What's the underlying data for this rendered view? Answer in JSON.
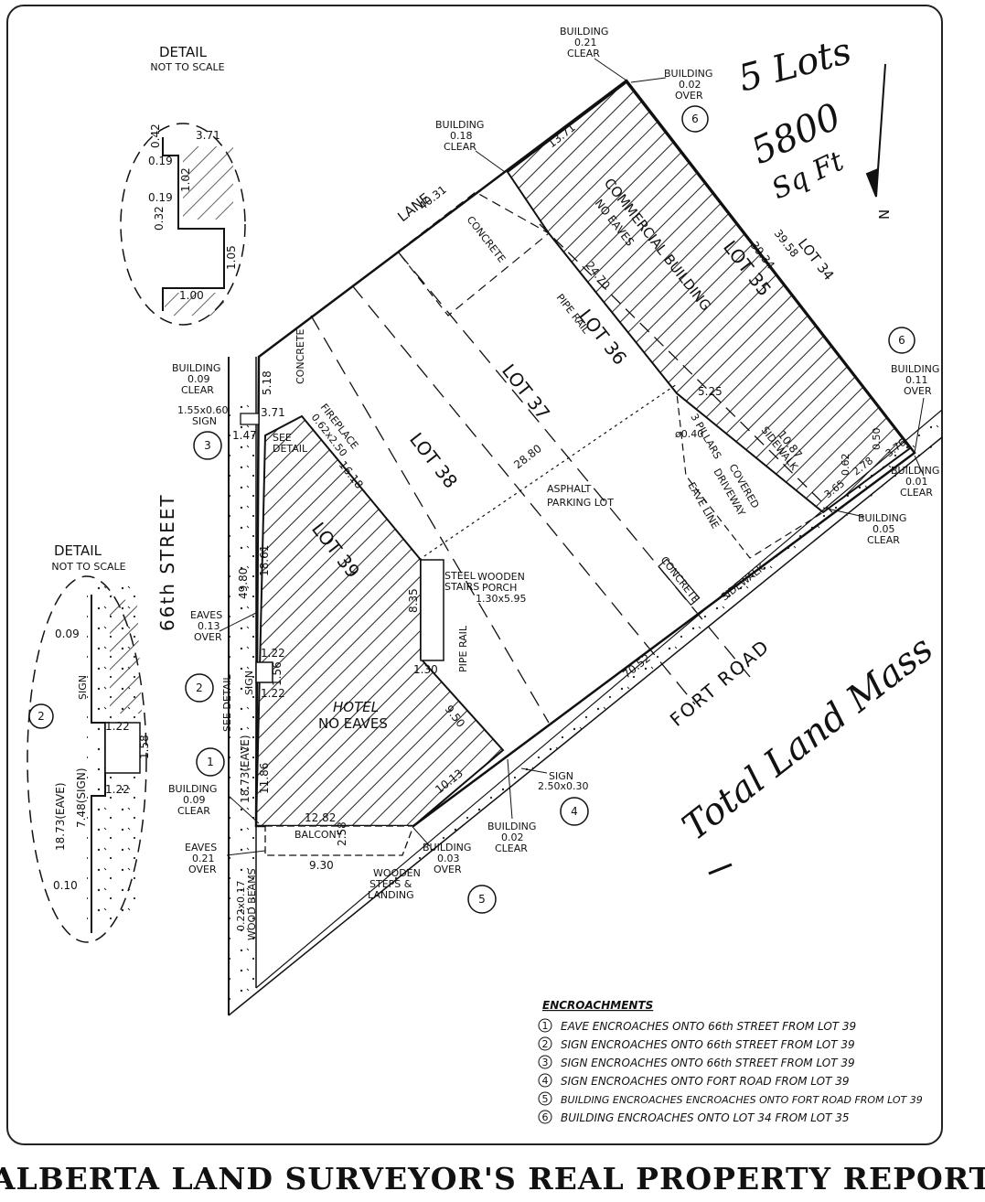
{
  "handwriting": {
    "top": "5 Lots",
    "area_value": "5800",
    "area_unit": "Sq Ft",
    "total": "Total Land Mass"
  },
  "north": "N",
  "streets": {
    "lane": "LANE",
    "street": "66th STREET",
    "road": "FORT ROAD"
  },
  "lots": {
    "l34": "LOT 34",
    "l35": "LOT 35",
    "l36": "LOT 36",
    "l37": "LOT 37",
    "l38": "LOT 38",
    "l39": "LOT 39"
  },
  "structures": {
    "commercial": "COMMERCIAL BUILDING",
    "commercial_note": "NO EAVES",
    "hotel": "HOTEL",
    "hotel_note": "NO EAVES",
    "asphalt1": "ASPHALT",
    "asphalt2": "PARKING LOT",
    "covered1": "COVERED",
    "covered2": "DRIVEWAY",
    "pillars1": "3 PILLARS",
    "pillars2": "ø0.40",
    "eave_line": "EAVE LINE",
    "sidewalk1": "SIDEWALK",
    "sidewalk2": "SIDEWALK",
    "concrete1": "CONCRETE",
    "concrete2": "CONCRETE",
    "concrete3": "CONCRETE",
    "pipe_rail1": "PIPE RAIL",
    "pipe_rail2": "PIPE RAIL",
    "steel1": "STEEL",
    "steel2": "STAIRS",
    "porch1": "WOODEN",
    "porch2": "PORCH",
    "porch3": "1.30x5.95",
    "fireplace1": "FIREPLACE",
    "fireplace2": "0.62x2.50",
    "see_detail1": "SEE",
    "see_detail2": "DETAIL",
    "see_detail3": "SEE DETAIL",
    "sign": "SIGN",
    "sign_top1": "1.55x0.60",
    "sign_top2": "SIGN",
    "sign_bottom1": "SIGN",
    "sign_bottom2": "2.50x0.30",
    "balcony": "BALCONY",
    "steps1": "WOODEN",
    "steps2": "STEPS &",
    "steps3": "LANDING",
    "beams1": "0.22x0.17",
    "beams2": "WOOD BEAMS"
  },
  "dimensions": {
    "d1": "40.31",
    "d2": "13.71",
    "d3": "39.58",
    "d4": "39.34",
    "d5": "24.70",
    "d6": "5.25",
    "d7": "10.87",
    "d8": "28.80",
    "d9": "16.18",
    "d10": "5.18",
    "d11": "3.71",
    "d12": "1.47",
    "d13": "49.80",
    "d14": "18.61",
    "d15": "1.22",
    "d16": "1.56",
    "d17": "1.22",
    "d18": "18.73(EAVE)",
    "d19": "11.86",
    "d20": "12.82",
    "d21": "9.30",
    "d22": "2.58",
    "d23": "10.13",
    "d24": "9.50",
    "d25": "8.35",
    "d26": "1.30",
    "d27": "70.52",
    "d28": "3.65",
    "d29": "0.62",
    "d30": "2.78",
    "d31": "0.50",
    "d32": "3.76"
  },
  "notes": {
    "n1a": "BUILDING",
    "n1b": "0.21",
    "n1c": "CLEAR",
    "n2a": "BUILDING",
    "n2b": "0.02",
    "n2c": "OVER",
    "n3a": "BUILDING",
    "n3b": "0.18",
    "n3c": "CLEAR",
    "n4a": "BUILDING",
    "n4b": "0.09",
    "n4c": "CLEAR",
    "n5a": "BUILDING",
    "n5b": "0.11",
    "n5c": "OVER",
    "n6a": "BUILDING",
    "n6b": "0.01",
    "n6c": "CLEAR",
    "n7a": "BUILDING",
    "n7b": "0.05",
    "n7c": "CLEAR",
    "n8a": "EAVES",
    "n8b": "0.13",
    "n8c": "OVER",
    "n9a": "BUILDING",
    "n9b": "0.09",
    "n9c": "CLEAR",
    "n10a": "EAVES",
    "n10b": "0.21",
    "n10c": "OVER",
    "n11a": "BUILDING",
    "n11b": "0.03",
    "n11c": "OVER",
    "n12a": "BUILDING",
    "n12b": "0.02",
    "n12c": "CLEAR"
  },
  "markers": [
    "1",
    "2",
    "3",
    "4",
    "5",
    "6"
  ],
  "detail_top": {
    "title": "DETAIL",
    "subtitle": "NOT TO SCALE",
    "v1": "3.71",
    "v2": "0.42",
    "v3": "0.19",
    "v4": "1.02",
    "v5": "0.19",
    "v6": "0.32",
    "v7": "1.05",
    "v8": "1.00"
  },
  "detail_left": {
    "title": "DETAIL",
    "subtitle": "NOT TO SCALE",
    "v1": "0.09",
    "v2": "SIGN",
    "v3": "1.22",
    "v4": "1.58",
    "v5": "1.22",
    "v6": "18.73(EAVE)",
    "v7": "7.48(SIGN)",
    "v8": "0.10",
    "marker": "2"
  },
  "encroachments": {
    "heading": "ENCROACHMENTS",
    "items": [
      {
        "num": "1",
        "text": "EAVE ENCROACHES ONTO 66th STREET FROM LOT 39"
      },
      {
        "num": "2",
        "text": "SIGN ENCROACHES ONTO 66th STREET FROM LOT 39"
      },
      {
        "num": "3",
        "text": "SIGN ENCROACHES ONTO 66th STREET FROM LOT 39"
      },
      {
        "num": "4",
        "text": "SIGN ENCROACHES ONTO FORT ROAD FROM LOT 39"
      },
      {
        "num": "5",
        "text": "BUILDING ENCROACHES ENCROACHES ONTO FORT ROAD FROM LOT 39"
      },
      {
        "num": "6",
        "text": "BUILDING ENCROACHES ONTO LOT 34 FROM LOT 35"
      }
    ]
  },
  "title": "ALBERTA LAND SURVEYOR'S REAL PROPERTY REPORT"
}
